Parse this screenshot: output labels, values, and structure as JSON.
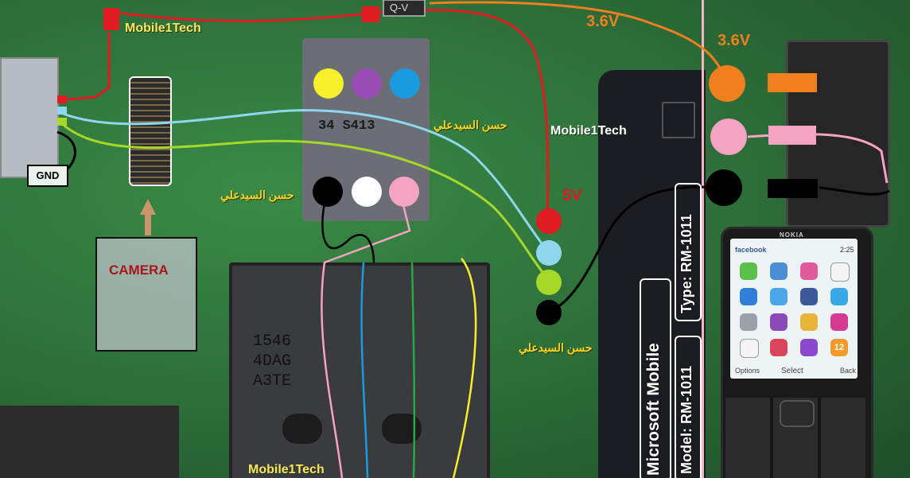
{
  "labels": {
    "mobile1tech_top": "Mobile1Tech",
    "mobile1tech_mid": "Mobile1Tech",
    "mobile1tech_bottom": "Mobile1Tech",
    "arabic_1": "حسن السيدعلي",
    "arabic_2": "حسن السيدعلي",
    "arabic_3": "حسن السيدعلي",
    "volt_top": "3.6V",
    "volt_right": "3.6V",
    "volt_5v": "5V",
    "gnd": "GND",
    "camera": "CAMERA",
    "chip_marking_1": "34 S413",
    "chip_marking_2": "1546",
    "chip_marking_3": "4DAG",
    "chip_marking_4": "A3TE",
    "component_label": "Q-V",
    "manufacturer": "Microsoft Mobile",
    "model": "Model: RM-1011",
    "type": "Type: RM-1011"
  },
  "phone": {
    "brand": "NOKIA",
    "app_title": "facebook",
    "time": "2:25",
    "softkey_left": "Options",
    "softkey_center": "Select",
    "softkey_right": "Back",
    "calendar_number": "12"
  },
  "colors": {
    "pcb": "#2c6c38",
    "red": "#e11b22",
    "orange": "#f07f1e",
    "pink": "#f4a3c0",
    "black": "#000000",
    "lightblue": "#8fd7ee",
    "green": "#a6d82a",
    "yellow": "#f6ef2a",
    "purple": "#9b4db6",
    "blue": "#1a9be0",
    "white": "#ffffff",
    "darkgreen": "#2aa843"
  }
}
